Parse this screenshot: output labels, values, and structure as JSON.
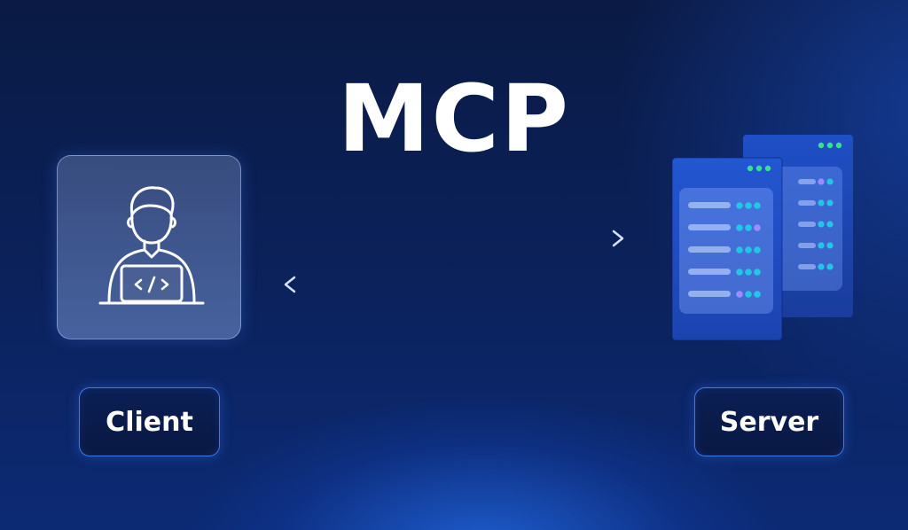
{
  "title": "MCP",
  "client": {
    "label": "Client",
    "icon": "developer-laptop-icon"
  },
  "server": {
    "label": "Server",
    "icon": "server-racks-icon"
  },
  "connections": [
    {
      "from": "Client",
      "to": "Server",
      "direction": "right"
    },
    {
      "from": "Server",
      "to": "Client",
      "direction": "left"
    }
  ],
  "colors": {
    "background": "#0b225c",
    "text": "#ffffff",
    "button_border": "#468cff",
    "led_green": "#36e08f",
    "led_cyan": "#22c7e6",
    "led_violet": "#9f8cff",
    "server_body": "#1a3fa8"
  }
}
